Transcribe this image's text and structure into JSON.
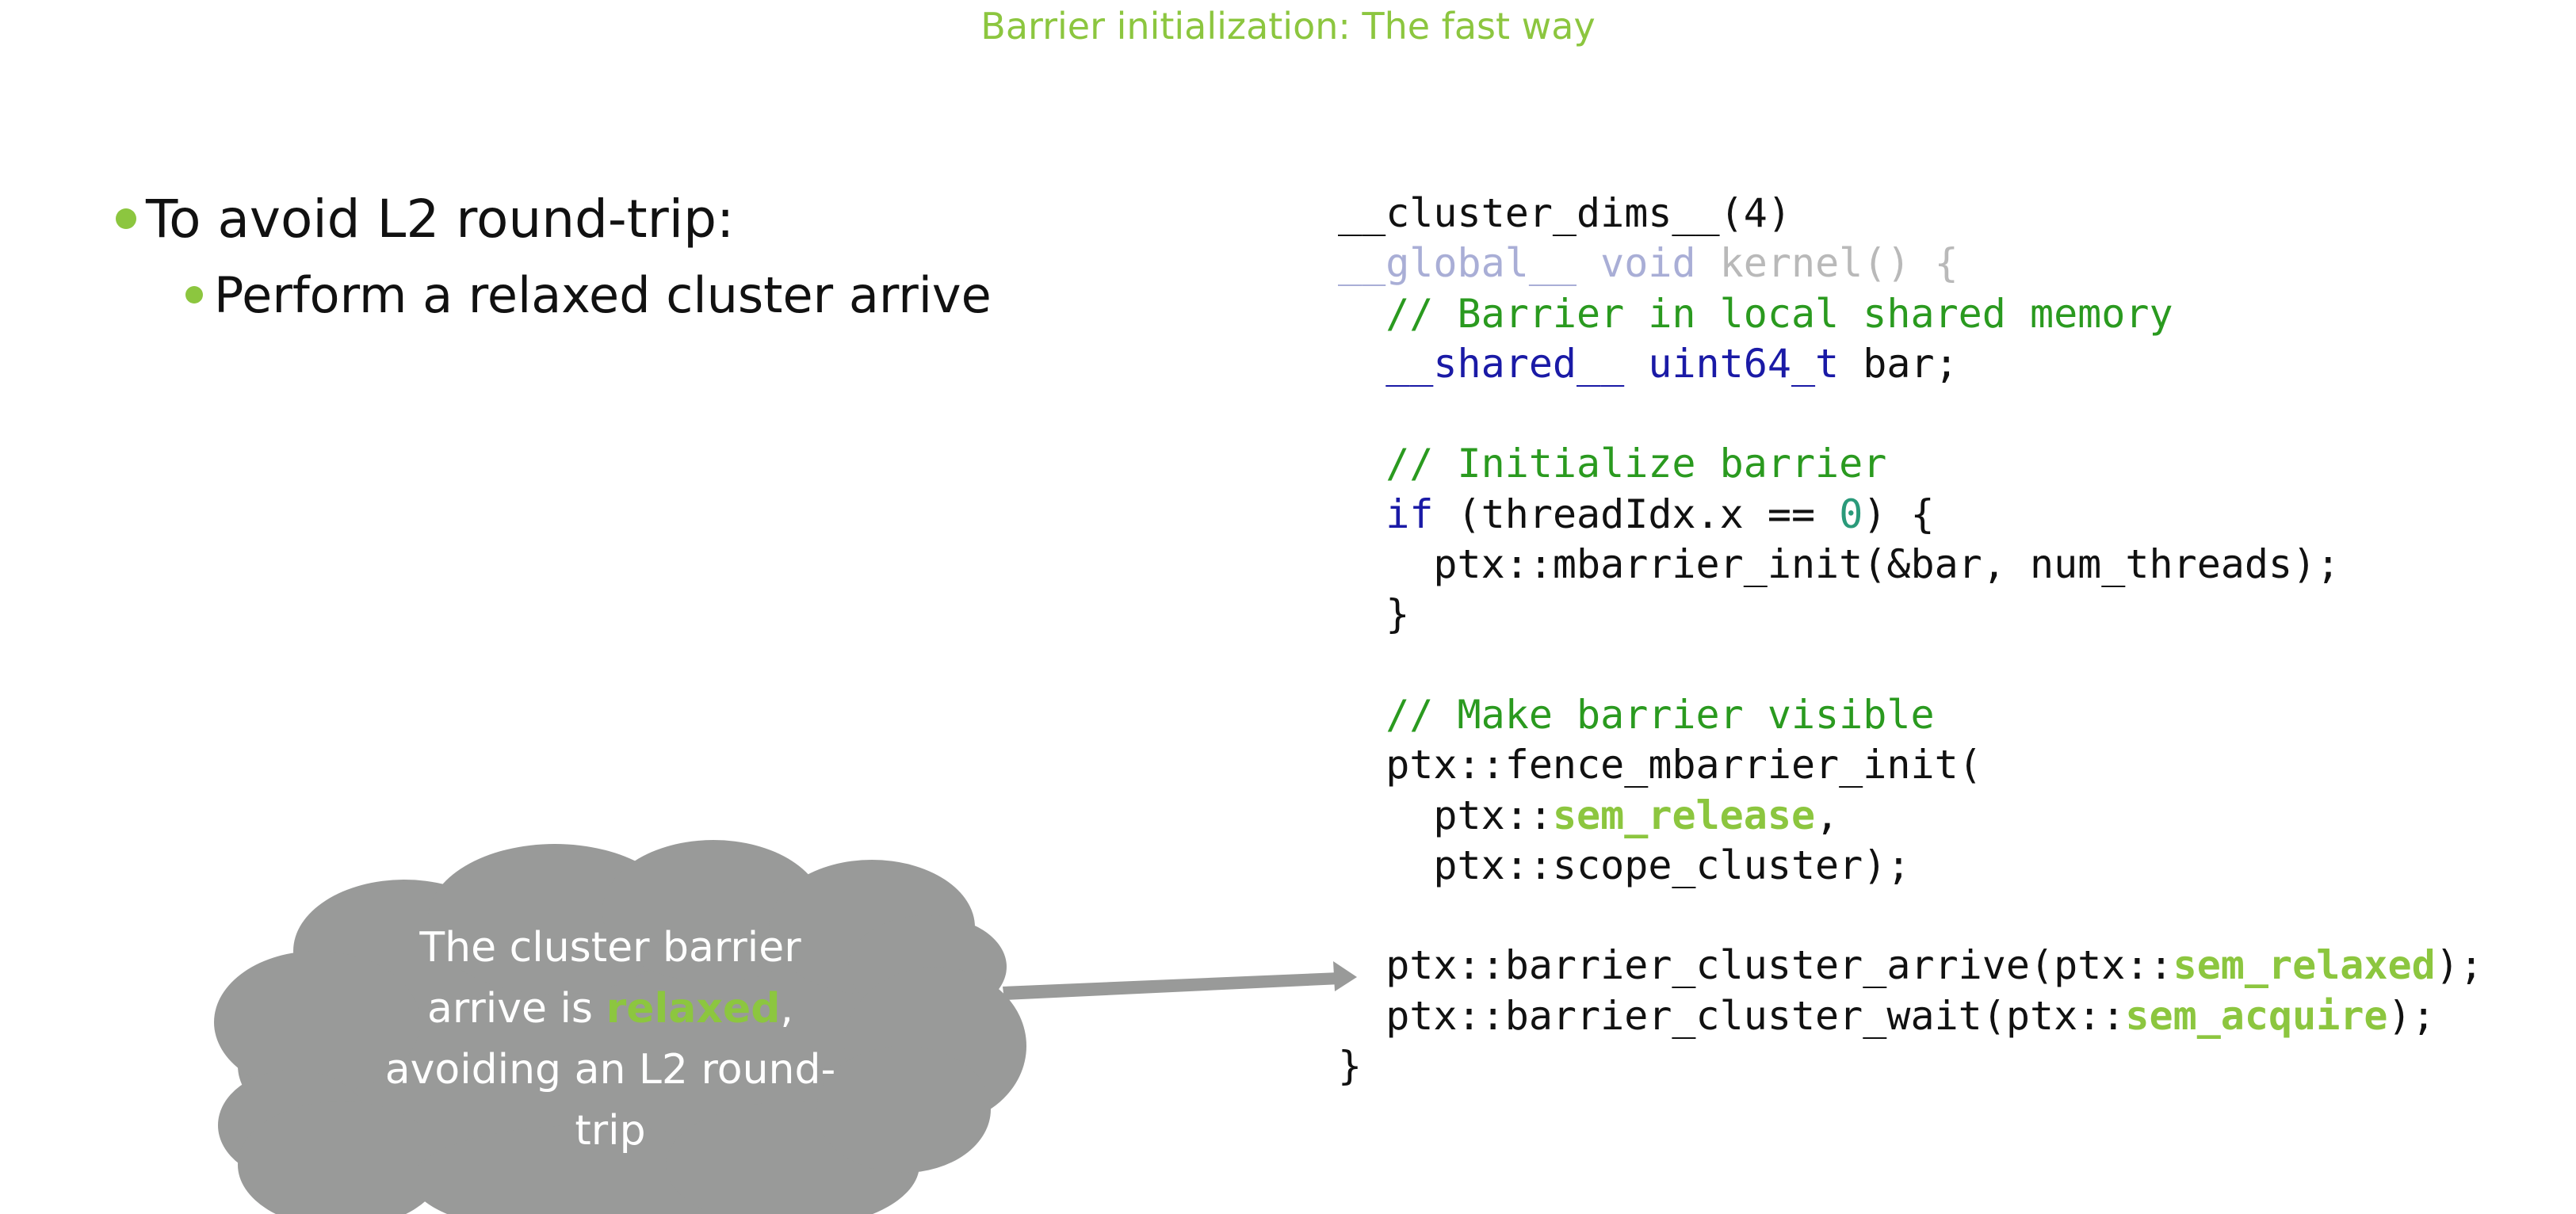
{
  "slide": {
    "subtitle": "Barrier initialization: The fast way"
  },
  "bullets": [
    {
      "level": 1,
      "text": "To avoid L2 round-trip:"
    },
    {
      "level": 2,
      "text": "Perform a relaxed cluster arrive"
    }
  ],
  "code": {
    "lines": [
      [
        {
          "t": "__cluster_dims__(4)",
          "c": ""
        }
      ],
      [
        {
          "t": "__global__ ",
          "c": "faded"
        },
        {
          "t": "void ",
          "c": "faded"
        },
        {
          "t": "kernel() {",
          "c": "faded-fn"
        }
      ],
      [
        {
          "t": "  // Barrier in local shared memory",
          "c": "comment"
        }
      ],
      [
        {
          "t": "  __shared__ ",
          "c": "kw"
        },
        {
          "t": "uint64_t",
          "c": "kw"
        },
        {
          "t": " bar;",
          "c": ""
        }
      ],
      [
        {
          "t": "",
          "c": ""
        }
      ],
      [
        {
          "t": "  // Initialize barrier",
          "c": "comment"
        }
      ],
      [
        {
          "t": "  ",
          "c": ""
        },
        {
          "t": "if",
          "c": "kw"
        },
        {
          "t": " (threadIdx.x == ",
          "c": ""
        },
        {
          "t": "0",
          "c": "num"
        },
        {
          "t": ") {",
          "c": ""
        }
      ],
      [
        {
          "t": "    ptx::mbarrier_init(&bar, num_threads);",
          "c": ""
        }
      ],
      [
        {
          "t": "  }",
          "c": ""
        }
      ],
      [
        {
          "t": "",
          "c": ""
        }
      ],
      [
        {
          "t": "  // Make barrier visible",
          "c": "comment"
        }
      ],
      [
        {
          "t": "  ptx::fence_mbarrier_init(",
          "c": ""
        }
      ],
      [
        {
          "t": "    ptx::",
          "c": ""
        },
        {
          "t": "sem_release",
          "c": "hl"
        },
        {
          "t": ",",
          "c": ""
        }
      ],
      [
        {
          "t": "    ptx::scope_cluster);",
          "c": ""
        }
      ],
      [
        {
          "t": "",
          "c": ""
        }
      ],
      [
        {
          "t": "  ptx::barrier_cluster_arrive(ptx::",
          "c": ""
        },
        {
          "t": "sem_relaxed",
          "c": "hl"
        },
        {
          "t": ");",
          "c": ""
        }
      ],
      [
        {
          "t": "  ptx::barrier_cluster_wait(ptx::",
          "c": ""
        },
        {
          "t": "sem_acquire",
          "c": "hl"
        },
        {
          "t": ");",
          "c": ""
        }
      ],
      [
        {
          "t": "}",
          "c": ""
        }
      ]
    ]
  },
  "callout": {
    "line1": "The cluster barrier",
    "line2_pre": "arrive is ",
    "line2_hl": "relaxed",
    "line2_post": ",",
    "line3": "avoiding an L2 round-",
    "line4": "trip"
  },
  "colors": {
    "accent_green": "#8cc63f",
    "comment_green": "#2a9a1f",
    "keyword_blue": "#1a1aa6",
    "cloud_gray": "#999a99"
  }
}
